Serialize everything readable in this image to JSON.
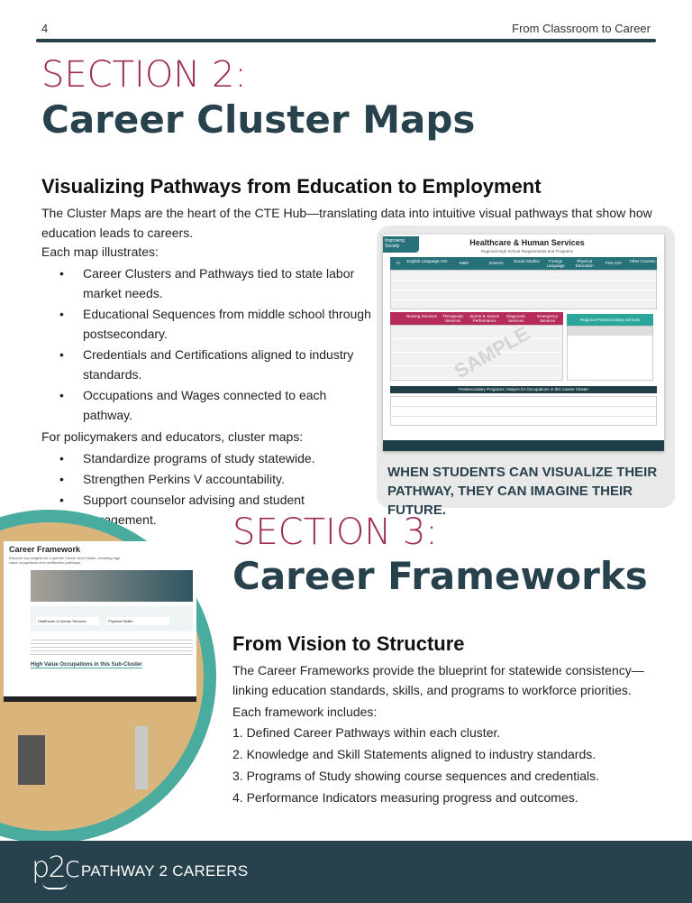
{
  "header": {
    "page_number": "4",
    "running_title": "From Classroom to Career"
  },
  "section2": {
    "label": "SECTION 2:",
    "title": "Career Cluster Maps",
    "subtitle": "Visualizing Pathways from Education to Employment",
    "intro": "The Cluster Maps are the heart of the CTE Hub—translating data into intuitive visual pathways that show how education leads to careers.",
    "list_intro": "Each map illustrates:",
    "items": [
      "Career Clusters and Pathways tied to state labor market needs.",
      "Educational Sequences from middle school through postsecondary.",
      "Credentials and Certifications aligned to industry standards.",
      "Occupations and Wages connected to each pathway."
    ],
    "policy_intro": "For policymakers and educators, cluster maps:",
    "policy_items": [
      "Standardize programs of study statewide.",
      "Strengthen Perkins V accountability.",
      "Support counselor advising and student engagement."
    ],
    "map": {
      "tag": "Improving Society",
      "title": "Healthcare & Human Services",
      "subtitle": "Regional High School Requirements and Programs",
      "columns": [
        "Yr",
        "English Language Arts",
        "Math",
        "Science",
        "Social Studies",
        "Foreign Language",
        "Physical Education",
        "Fine Arts",
        "Other Courses"
      ],
      "pathways": [
        "Nursing Services",
        "Therapeutic Services",
        "Sports & Human Performance",
        "Diagnostic Services",
        "Emergency Services"
      ],
      "schools_header": "Regional Postsecondary Schools",
      "watermark": "SAMPLE",
      "bottom_header": "Postsecondary Programs / Majors for Occupations in this Career Cluster"
    },
    "caption": "WHEN STUDENTS CAN VISUALIZE THEIR PATHWAY, THEY CAN IMAGINE THEIR FUTURE."
  },
  "section3": {
    "label": "SECTION 3:",
    "title": "Career Frameworks",
    "subtitle": "From Vision to Structure",
    "intro": "The Career Frameworks provide the blueprint for statewide consistency—linking education standards, skills, and programs to workforce priorities.",
    "list_intro": "Each framework includes:",
    "items": [
      "1.  Defined Career Pathways within each cluster.",
      "2.  Knowledge and Skill Statements aligned to industry standards.",
      "3.  Programs of Study showing course sequences and credentials.",
      "4.  Performance Indicators measuring progress and outcomes."
    ],
    "screen": {
      "title": "Career Framework",
      "desc": "Discover key insights for a specific Career Sub-Cluster, including high value occupations and certification pathways.",
      "field1": "Healthcare & Human Services",
      "field2": "Physical Health",
      "heading": "High Value Occupations in this Sub-Cluster"
    }
  },
  "footer": {
    "logo_mark": "p2c",
    "brand": "PATHWAY 2 CAREERS"
  },
  "colors": {
    "accent": "#9e2a55",
    "primary": "#27424c",
    "teal": "#4aab9f"
  }
}
